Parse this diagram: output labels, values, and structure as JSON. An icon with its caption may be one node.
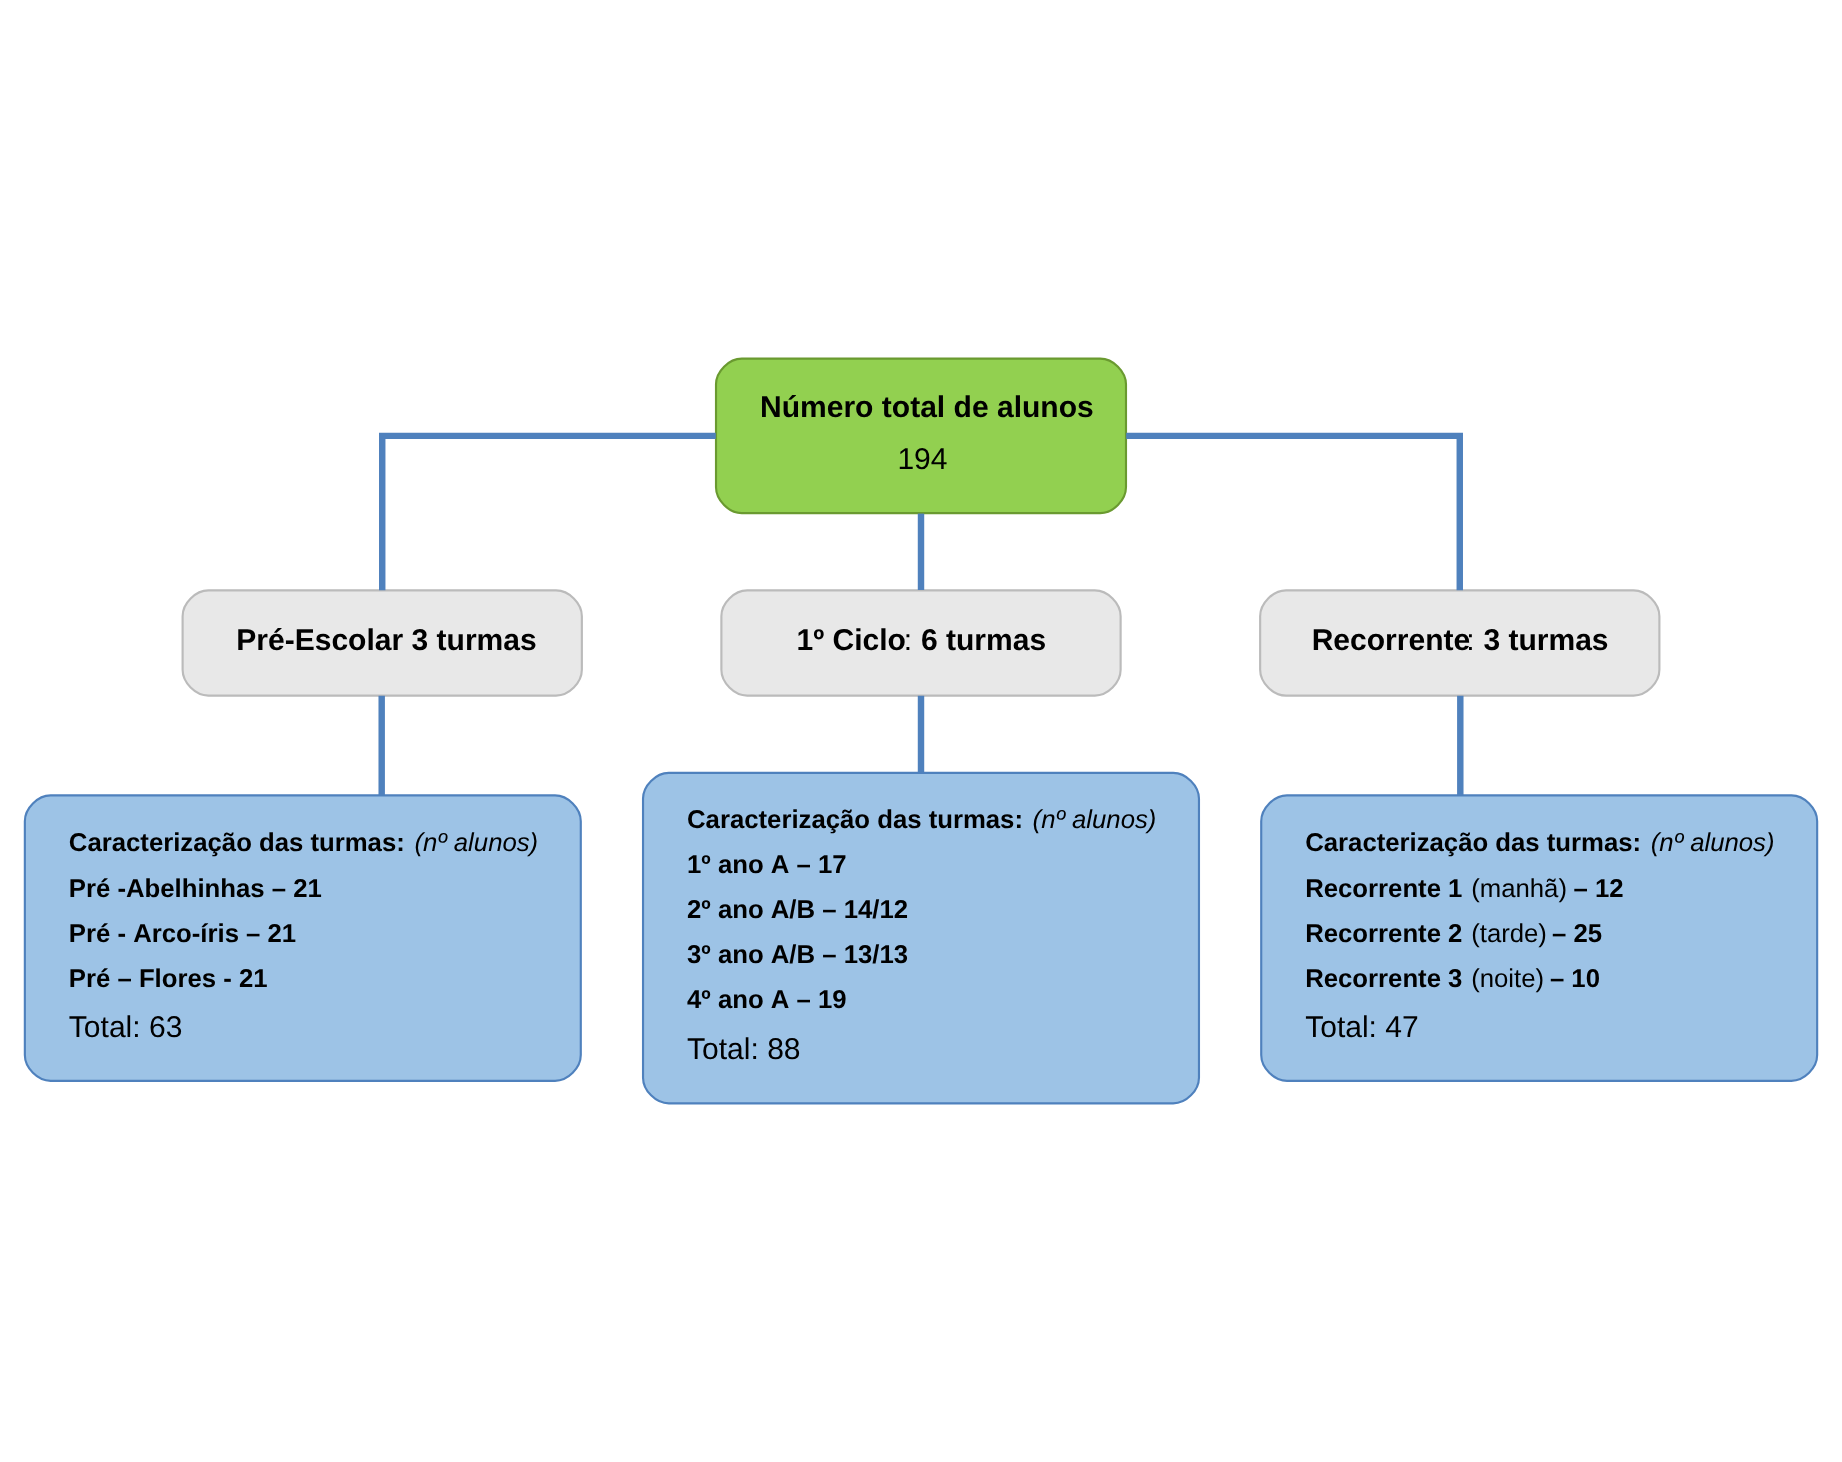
{
  "diagram": {
    "nodes": [
      {
        "text": [
          "**Número total de alunos**",
          "194"
        ]
      },
      {
        "text": [
          "**Pré-Escolar 3 turmas**"
        ]
      },
      {
        "text": [
          "**1º Ciclo**: **6 turmas**"
        ]
      },
      {
        "text": [
          "**Recorrente**: **3 turmas**"
        ]
      },
      {
        "text": [
          "**Caracterização das turmas:** *(nº alunos)*",
          "**Pré -Abelhinhas – 21**",
          "**Pré - Arco-íris – 21**",
          "**Pré – Flores - 21**",
          "Total: 63"
        ]
      },
      {
        "text": [
          "**Caracterização das turmas:** *(nº alunos)*",
          "**1º ano A – 17**",
          "**2º ano A/B – 14/12**",
          "**3º ano A/B – 13/13**",
          "**4º ano A – 19**",
          "Total: 88"
        ]
      },
      {
        "text": [
          "**Caracterização das turmas:** *(nº alunos)*",
          "**Recorrente 1** (manhã) **– 12**",
          "**Recorrente 2** (tarde) **– 25**",
          "**Recorrente 3** (noite) **– 10**",
          "Total: 47"
        ]
      }
    ],
    "edges": [
      {
        "from": 0,
        "to": 1,
        "arrow": "none"
      },
      {
        "from": 0,
        "to": 2,
        "arrow": "none"
      },
      {
        "from": 0,
        "to": 3,
        "arrow": "none"
      },
      {
        "from": 1,
        "to": 4,
        "arrow": "none"
      },
      {
        "from": 2,
        "to": 5,
        "arrow": "none"
      },
      {
        "from": 3,
        "to": 6,
        "arrow": "none"
      }
    ]
  }
}
